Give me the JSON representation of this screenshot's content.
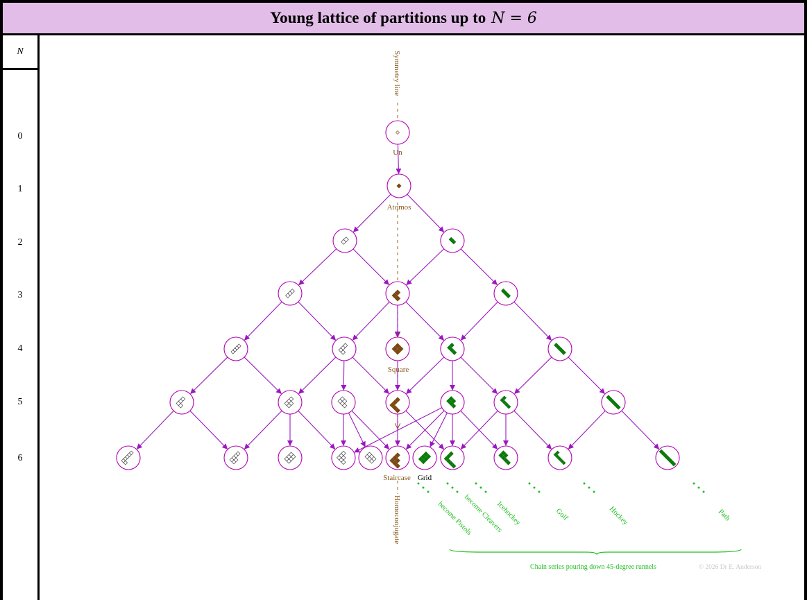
{
  "title": {
    "text": "Young lattice of partitions up to",
    "math": "N = 6"
  },
  "column_header": "N",
  "rows": [
    "0",
    "1",
    "2",
    "3",
    "4",
    "5",
    "6"
  ],
  "labels": {
    "symmetry_line": "Symmetry line",
    "un": "Un",
    "atomos": "Atomos",
    "square": "Square",
    "staircase": "Staircase",
    "grid": "Grid",
    "homoconjugate": "Homoconjugate",
    "become_pistols": "become Pistols",
    "become_cleavers": "become Cleavers",
    "icehockey": "Icehockey",
    "golf": "Golf",
    "hockey": "Hockey",
    "path": "Path",
    "chain_series": "Chain series pouring down 45-degree runnels",
    "copyright": "© 2026 Dr E. Anderson"
  },
  "colors": {
    "title_bg": "#e2bde8",
    "node_circle": "#b000b0",
    "edge": "#9a18c0",
    "brown": "#7a4a12",
    "brown_label": "#8a5a1f",
    "green": "#0b7a0b",
    "green_label": "#1fbf1f",
    "outline": "#444444"
  }
}
